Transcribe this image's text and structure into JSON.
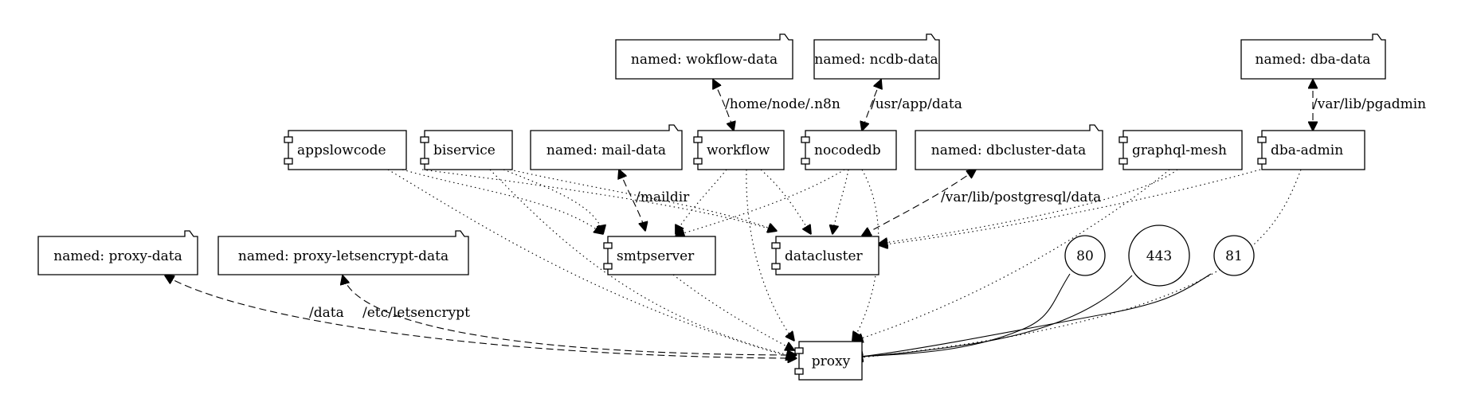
{
  "volumes": [
    {
      "id": "v_wf",
      "label": "named: wokflow-data"
    },
    {
      "id": "v_nc",
      "label": "named: ncdb-data"
    },
    {
      "id": "v_dba",
      "label": "named: dba-data"
    },
    {
      "id": "v_mail",
      "label": "named: mail-data"
    },
    {
      "id": "v_dbc",
      "label": "named: dbcluster-data"
    },
    {
      "id": "v_proxy",
      "label": "named: proxy-data"
    },
    {
      "id": "v_le",
      "label": "named: proxy-letsencrypt-data"
    }
  ],
  "components": [
    {
      "id": "appslowcode",
      "label": "appslowcode"
    },
    {
      "id": "biservice",
      "label": "biservice"
    },
    {
      "id": "workflow",
      "label": "workflow"
    },
    {
      "id": "nocodedb",
      "label": "nocodedb"
    },
    {
      "id": "graphql",
      "label": "graphql-mesh"
    },
    {
      "id": "dbaadmin",
      "label": "dba-admin"
    },
    {
      "id": "smtp",
      "label": "smtpserver"
    },
    {
      "id": "dbcluster",
      "label": "datacluster"
    },
    {
      "id": "proxy",
      "label": "proxy"
    }
  ],
  "ports": [
    {
      "id": "p80",
      "label": "80"
    },
    {
      "id": "p443",
      "label": "443"
    },
    {
      "id": "p81",
      "label": "81"
    }
  ],
  "mount_labels": [
    {
      "id": "m_wf",
      "label": "/home/node/.n8n"
    },
    {
      "id": "m_nc",
      "label": "/usr/app/data"
    },
    {
      "id": "m_dba",
      "label": "/var/lib/pgadmin"
    },
    {
      "id": "m_mail",
      "label": "/maildir"
    },
    {
      "id": "m_dbc",
      "label": "/var/lib/postgresql/data"
    },
    {
      "id": "m_proxy",
      "label": "/data"
    },
    {
      "id": "m_le",
      "label": "/etc/letsencrypt"
    }
  ]
}
